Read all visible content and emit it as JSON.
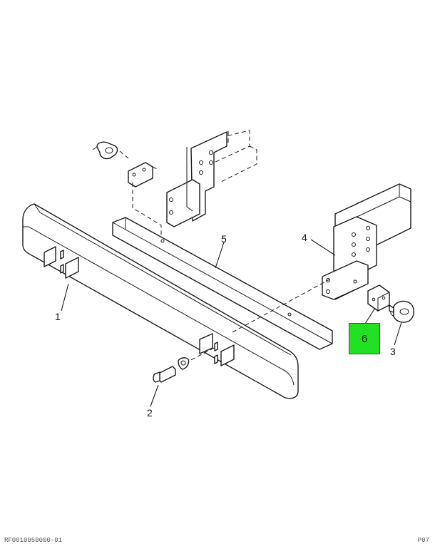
{
  "diagram": {
    "callouts": [
      {
        "id": "1",
        "label": "1"
      },
      {
        "id": "2",
        "label": "2"
      },
      {
        "id": "3",
        "label": "3"
      },
      {
        "id": "4",
        "label": "4"
      },
      {
        "id": "5",
        "label": "5"
      },
      {
        "id": "6",
        "label": "6"
      }
    ],
    "highlighted_part": "6",
    "highlight_color": "#22e022"
  },
  "footer": {
    "code": "RF0010050000-01",
    "page": "P07"
  }
}
